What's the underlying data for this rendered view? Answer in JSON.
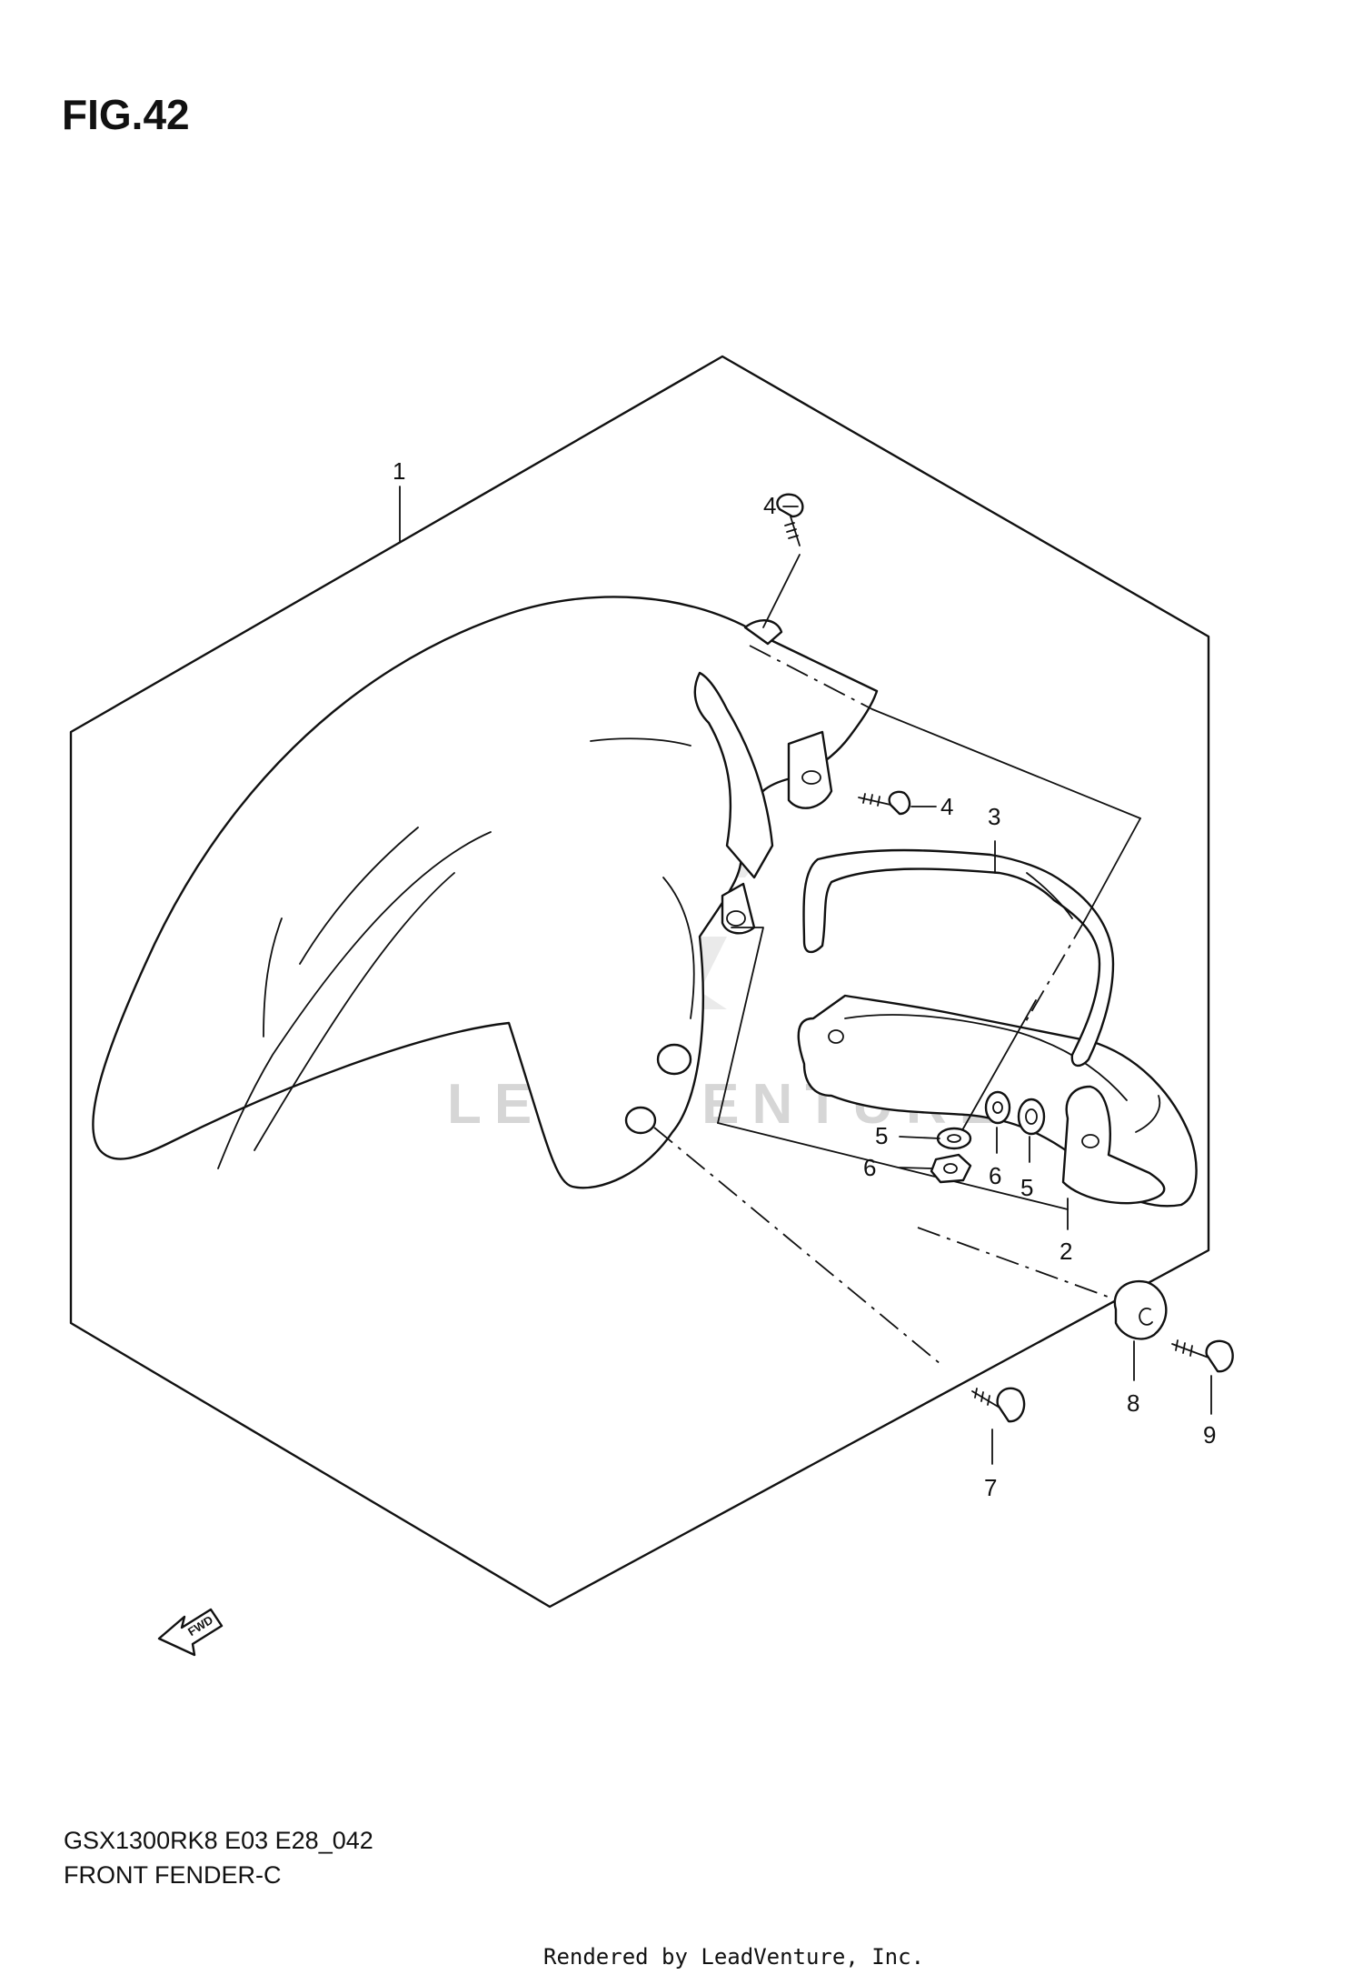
{
  "figure": {
    "label": "FIG.42"
  },
  "callouts": [
    {
      "id": "1",
      "text": "1"
    },
    {
      "id": "4a",
      "text": "4"
    },
    {
      "id": "4b",
      "text": "4"
    },
    {
      "id": "3",
      "text": "3"
    },
    {
      "id": "5a",
      "text": "5"
    },
    {
      "id": "6a",
      "text": "6"
    },
    {
      "id": "6b",
      "text": "6"
    },
    {
      "id": "5b",
      "text": "5"
    },
    {
      "id": "2",
      "text": "2"
    },
    {
      "id": "8",
      "text": "8"
    },
    {
      "id": "9",
      "text": "9"
    },
    {
      "id": "7",
      "text": "7"
    }
  ],
  "fwd_arrow": {
    "label": "FWD",
    "icon": "fwd-arrow-icon"
  },
  "watermark": {
    "text": "LEADVENTURE",
    "icon": "leadventure-logo-icon"
  },
  "caption": {
    "code": "GSX1300RK8 E03 E28_042",
    "name": "FRONT FENDER-C"
  },
  "footer": {
    "text": "Rendered by LeadVenture, Inc."
  }
}
